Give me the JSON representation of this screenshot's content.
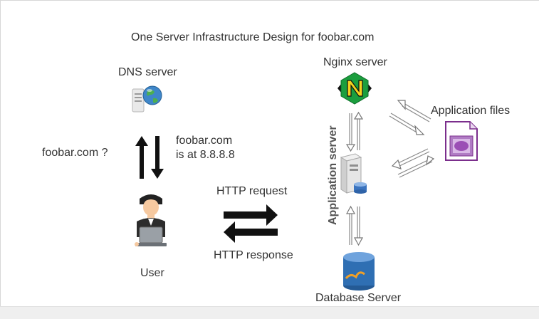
{
  "title": "One Server Infrastructure Design for foobar.com",
  "nodes": {
    "dns_server": "DNS server",
    "user": "User",
    "nginx_server": "Nginx server",
    "application_files": "Application files",
    "application_server": "Application server",
    "database_server": "Database Server"
  },
  "annotations": {
    "dns_query": "foobar.com ?",
    "dns_answer_line1": "foobar.com",
    "dns_answer_line2": "is at 8.8.8.8",
    "http_request": "HTTP request",
    "http_response": "HTTP response"
  },
  "icons": {
    "dns": "globe-server-icon",
    "user": "user-laptop-icon",
    "nginx": "nginx-logo-icon",
    "app_files": "document-icon",
    "app_server": "server-tower-icon",
    "database": "mysql-database-icon"
  },
  "colors": {
    "nginx_green": "#1b9e3e",
    "nginx_yellow": "#f4d21f",
    "doc_purple": "#7b2e8c",
    "db_blue": "#2f6fb3"
  }
}
